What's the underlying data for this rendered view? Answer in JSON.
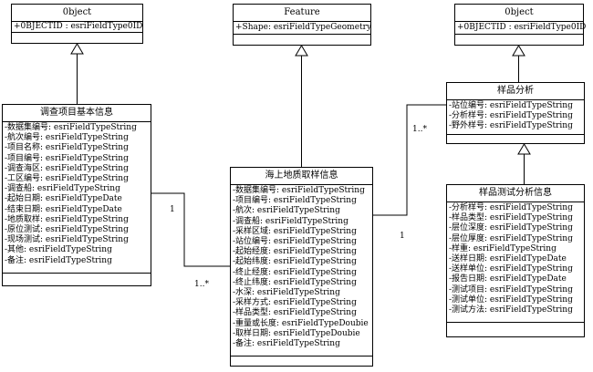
{
  "classes": {
    "object_left": {
      "name": "0bject",
      "attributes": [
        "+0BJECTID : esriFieldType0ID"
      ]
    },
    "feature": {
      "name": "Feature",
      "attributes": [
        "+Shape: esriFieldTypeGeometry"
      ]
    },
    "object_right": {
      "name": "0bject",
      "attributes": [
        "+0BJECTID : esriFieldType0ID"
      ]
    },
    "survey_info": {
      "name": "调查项目基本信息",
      "attributes": [
        "-数据集编号: esriFieldTypeString",
        "-航次编号: esriFieldTypeString",
        "-项目名称: esriFieldTypeString",
        "-项目编号: esriFieldTypeString",
        "-调查海区: esriFieldTypeString",
        "-工区编号: esriFieldTypeString",
        "-调查船: esriFieldTypeString",
        "-起始日期: esriFieldTypeDate",
        "-结束日期: esriFieldTypeDate",
        "-地质取样: esriFieldTypeString",
        "-原位测试: esriFieldTypeString",
        "-现场测试: esriFieldTypeString",
        "-其他: esriFieldTypeString",
        "-备注: esriFieldTypeString"
      ]
    },
    "sampling_info": {
      "name": "海上地质取样信息",
      "attributes": [
        "-数据集编号: esriFieldTypeString",
        "-项目编号: esriFieldTypeString",
        "-航次: esriFieldTypeString",
        "-调查船: esriFieldTypeString",
        "-采样区域: esriFieldTypeString",
        "-站位编号: esriFieldTypeString",
        "-起始经度: esriFieldTypeString",
        "-起始纬度: esriFieldTypeString",
        "-终止经度: esriFieldTypeString",
        "-终止纬度: esriFieldTypeString",
        "-水深: esriFieldTypeString",
        "-采样方式: esriFieldTypeString",
        "-样品类型: esriFieldTypeString",
        "-重量或长度: esriFieldTypeDoubie",
        "-取样日期: esriFieldTypeDoubie",
        "-备注: esriFieldTypeString"
      ]
    },
    "sample_analysis": {
      "name": "样品分析",
      "attributes": [
        "-站位编号: esriFieldTypeString",
        "-分析样号: esriFieldTypeString",
        "-野外样号: esriFieldTypeString"
      ]
    },
    "sample_test_analysis": {
      "name": "样品测试分析信息",
      "attributes": [
        "-分析样号: esriFieldTypeString",
        "-样品类型: esriFieldTypeString",
        "-层位深度: esriFieldTypeString",
        "-层位厚度: esriFieldTypeString",
        "-样重: esriFieldTypeString",
        "-送样日期: esriFieldTypeDate",
        "-送样单位: esriFieldTypeString",
        "-报告日期: esriFieldTypeDate",
        "-测试项目: esriFieldTypeString",
        "-测试单位: esriFieldTypeString",
        "-测试方法: esriFieldTypeString"
      ]
    }
  },
  "multiplicities": {
    "survey_one": "1",
    "sampling_many": "1..*",
    "analysis_many": "1..*",
    "sampling_one": "1"
  }
}
